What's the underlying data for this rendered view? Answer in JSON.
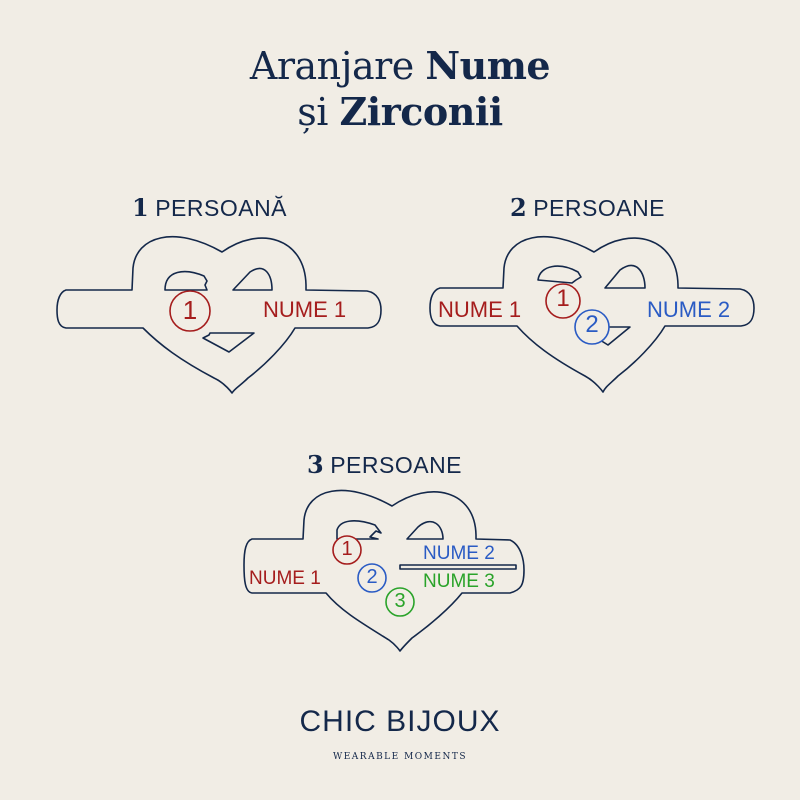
{
  "title": {
    "line1_regular": "Aranjare ",
    "line1_bold": "Nume",
    "line2_regular": "și ",
    "line2_bold": "Zirconii"
  },
  "colors": {
    "background": "#f1ede5",
    "outline": "#14284a",
    "person1": "#a51d1d",
    "person2": "#2a5bc4",
    "person3": "#2aa32a"
  },
  "sections": [
    {
      "number": "1",
      "label": "PERSOANĂ",
      "names": [
        "NUME 1"
      ],
      "stones": [
        "1"
      ]
    },
    {
      "number": "2",
      "label": "PERSOANE",
      "names": [
        "NUME 1",
        "NUME 2"
      ],
      "stones": [
        "1",
        "2"
      ]
    },
    {
      "number": "3",
      "label": "PERSOANE",
      "names": [
        "NUME 1",
        "NUME 2",
        "NUME 3"
      ],
      "stones": [
        "1",
        "2",
        "3"
      ]
    }
  ],
  "brand": {
    "name": "CHIC BIJOUX",
    "tagline": "WEARABLE MOMENTS"
  }
}
